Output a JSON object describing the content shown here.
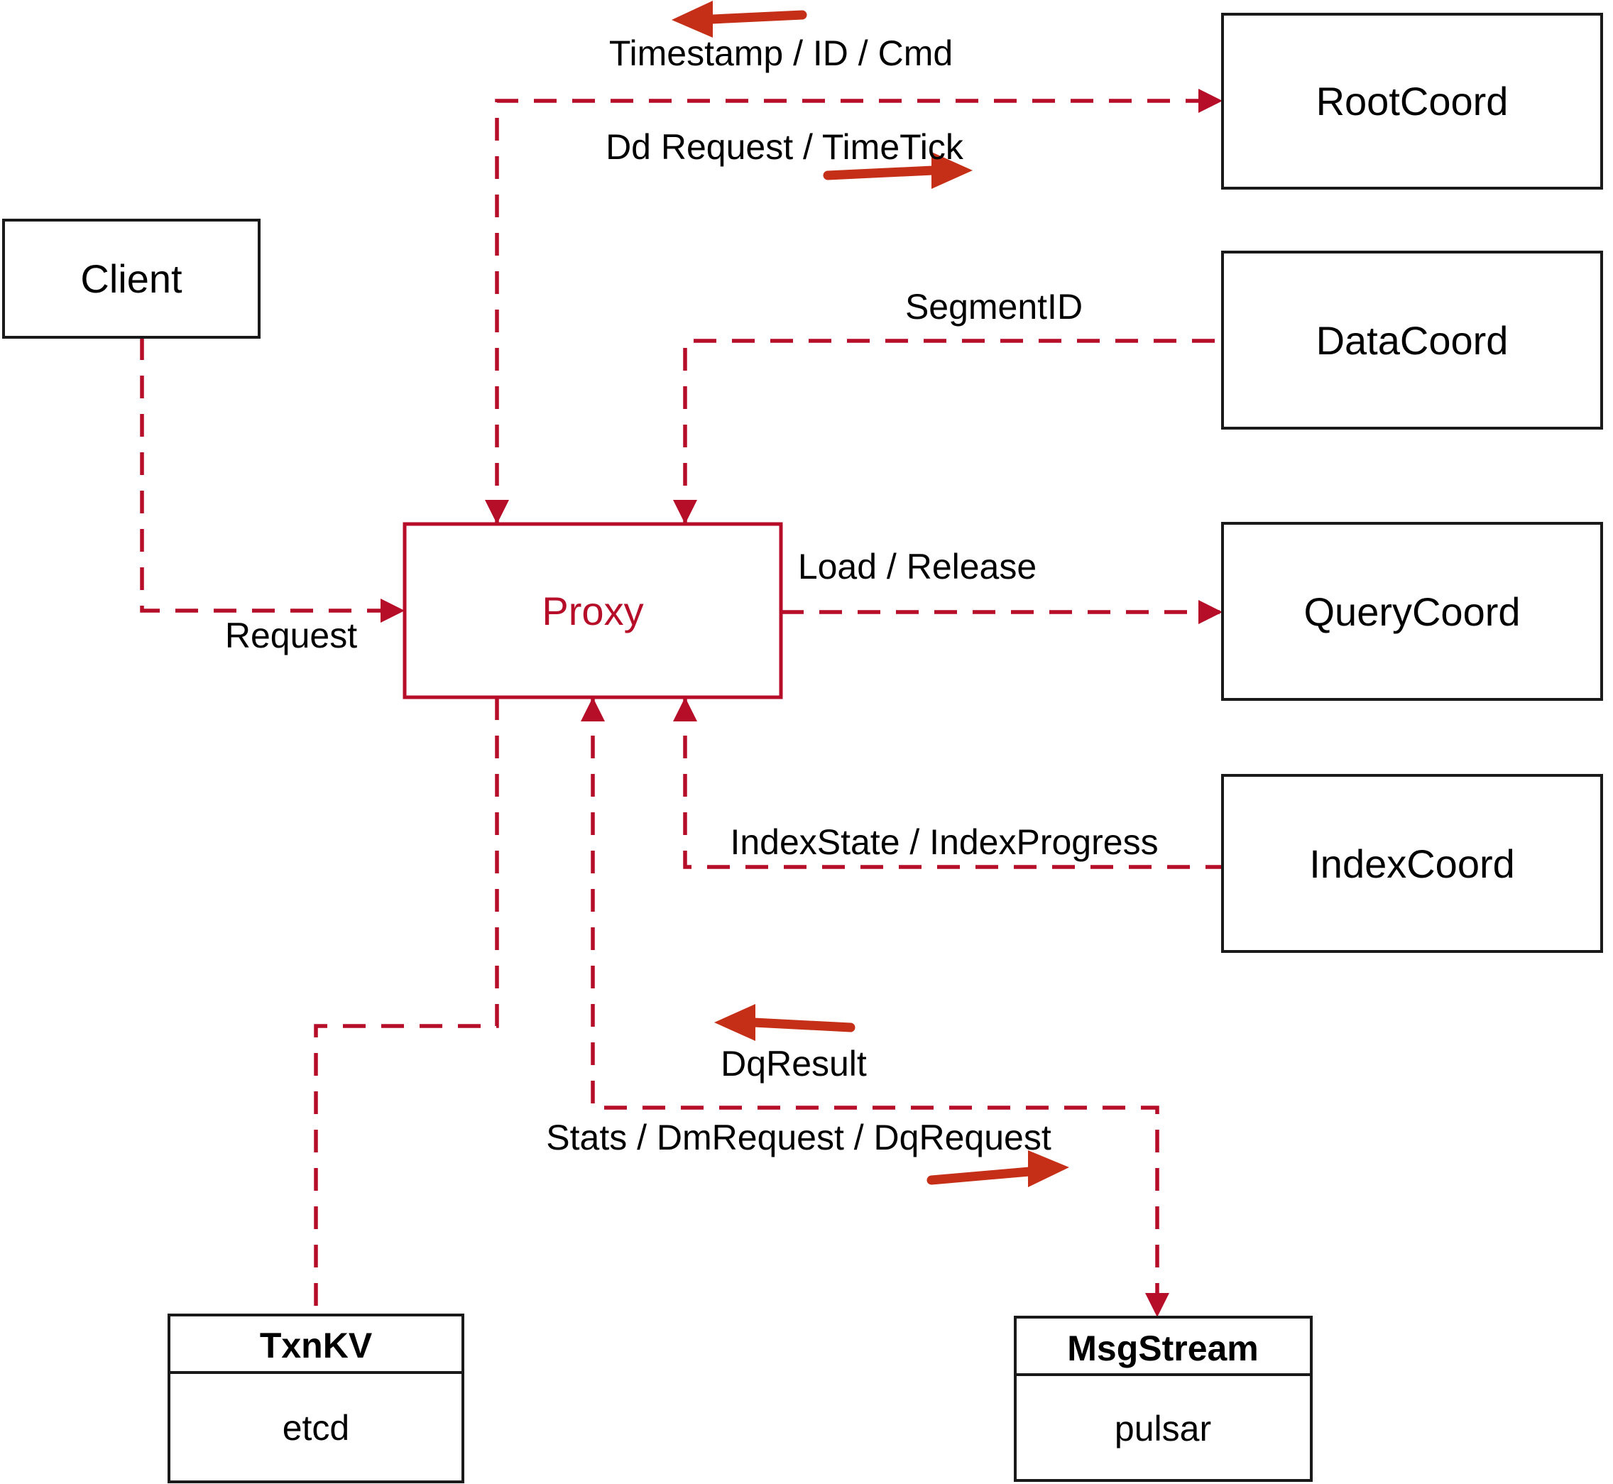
{
  "nodes": {
    "client": "Client",
    "proxy": "Proxy",
    "root_coord": "RootCoord",
    "data_coord": "DataCoord",
    "query_coord": "QueryCoord",
    "index_coord": "IndexCoord",
    "txn_kv": {
      "title": "TxnKV",
      "impl": "etcd"
    },
    "msg_stream": {
      "title": "MsgStream",
      "impl": "pulsar"
    }
  },
  "edges": {
    "request": "Request",
    "timestamp_id_cmd": "Timestamp / ID / Cmd",
    "dd_request_timetick": "Dd Request / TimeTick",
    "segment_id": "SegmentID",
    "load_release": "Load / Release",
    "index_state_progress": "IndexState / IndexProgress",
    "dq_result": "DqResult",
    "stats_dm_dq_request": "Stats / DmRequest / DqRequest"
  },
  "colors": {
    "line": "#b60d29",
    "arrow": "#c62f17",
    "box_border": "#1a1a1a",
    "text": "#000000"
  }
}
